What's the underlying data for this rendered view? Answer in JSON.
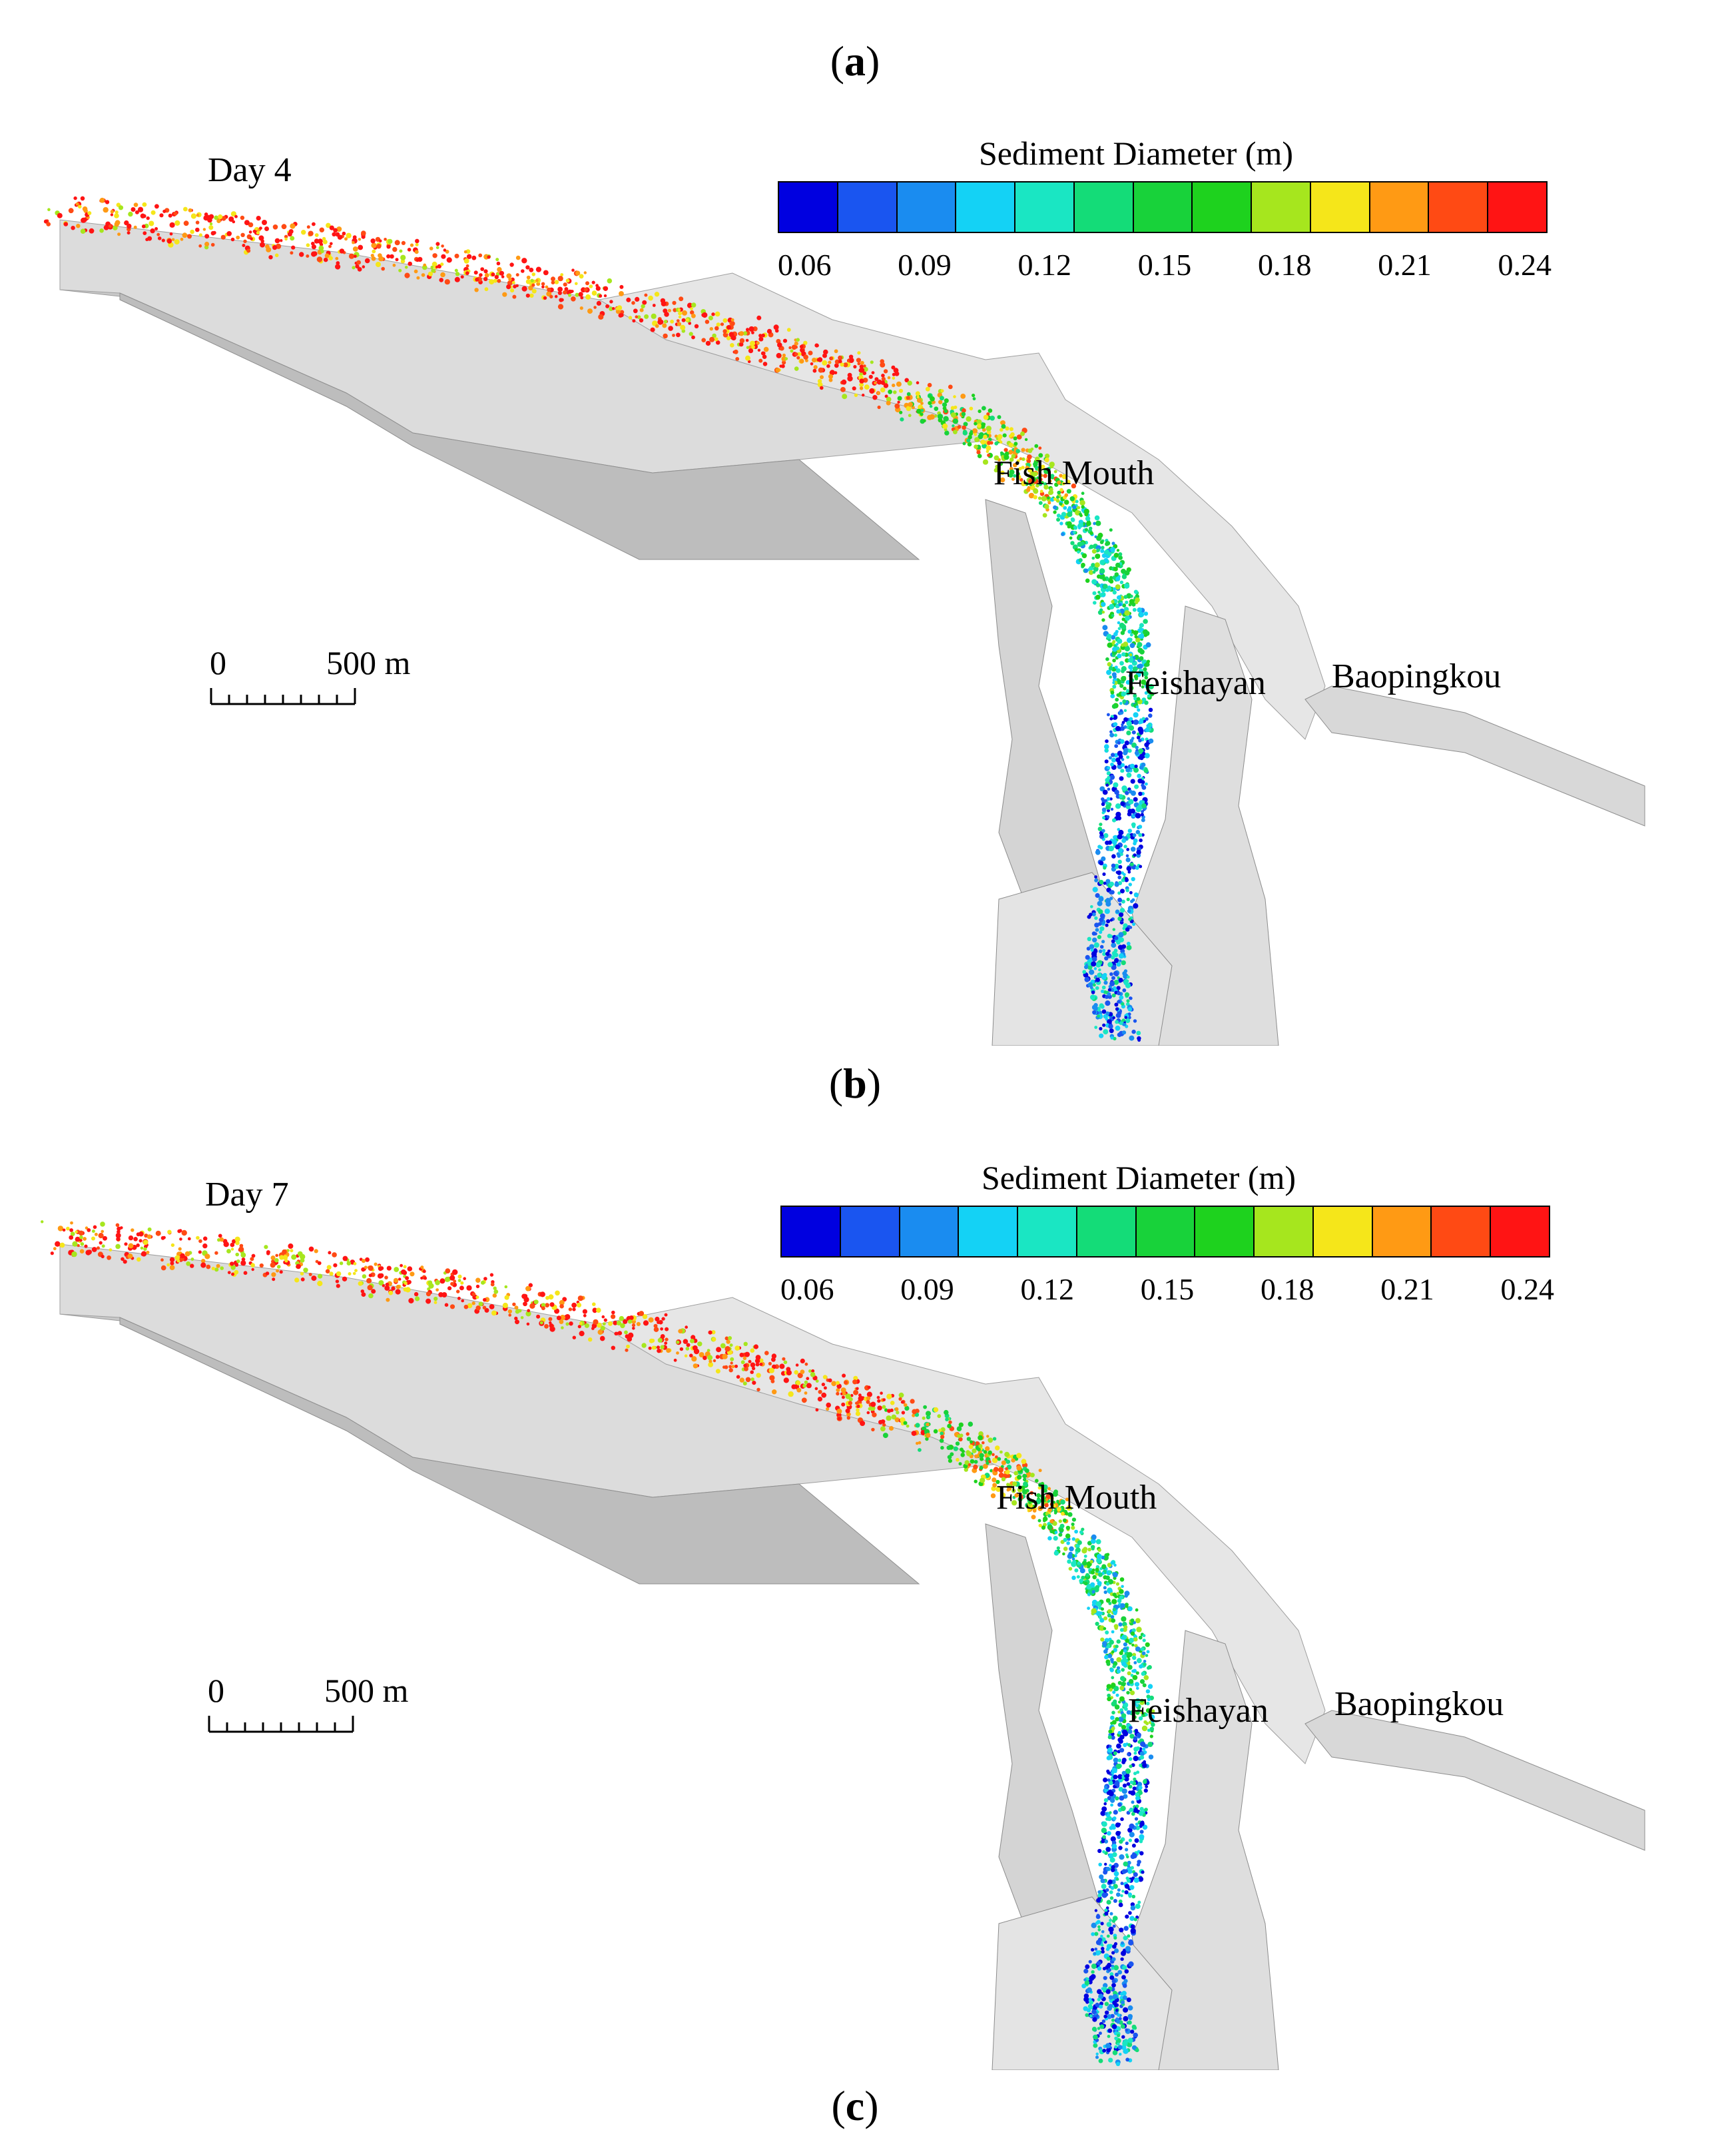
{
  "figure": {
    "panels": [
      {
        "label": "a",
        "day_label": "Day 4",
        "legend_title": "Sediment Diameter (m)",
        "tick_labels": [
          "0.06",
          "0.09",
          "0.12",
          "0.15",
          "0.18",
          "0.21",
          "0.24"
        ],
        "scale_start": "0",
        "scale_end": "500 m",
        "place_labels": {
          "fish_mouth": "Fish Mouth",
          "feishayan": "Feishayan",
          "baopingkou": "Baopingkou"
        }
      },
      {
        "label": "b",
        "day_label": "Day 7",
        "legend_title": "Sediment Diameter (m)",
        "tick_labels": [
          "0.06",
          "0.09",
          "0.12",
          "0.15",
          "0.18",
          "0.21",
          "0.24"
        ],
        "scale_start": "0",
        "scale_end": "500 m",
        "place_labels": {
          "fish_mouth": "Fish Mouth",
          "feishayan": "Feishayan",
          "baopingkou": "Baopingkou"
        }
      }
    ],
    "trailing_label": "c",
    "colormap": [
      "#0000e0",
      "#1a55f0",
      "#1a8cf0",
      "#14d2f5",
      "#1ae6c3",
      "#14dc78",
      "#18d23a",
      "#1ed21e",
      "#a6e61e",
      "#f5e61a",
      "#ff9a14",
      "#ff4a14",
      "#ff1414"
    ]
  }
}
